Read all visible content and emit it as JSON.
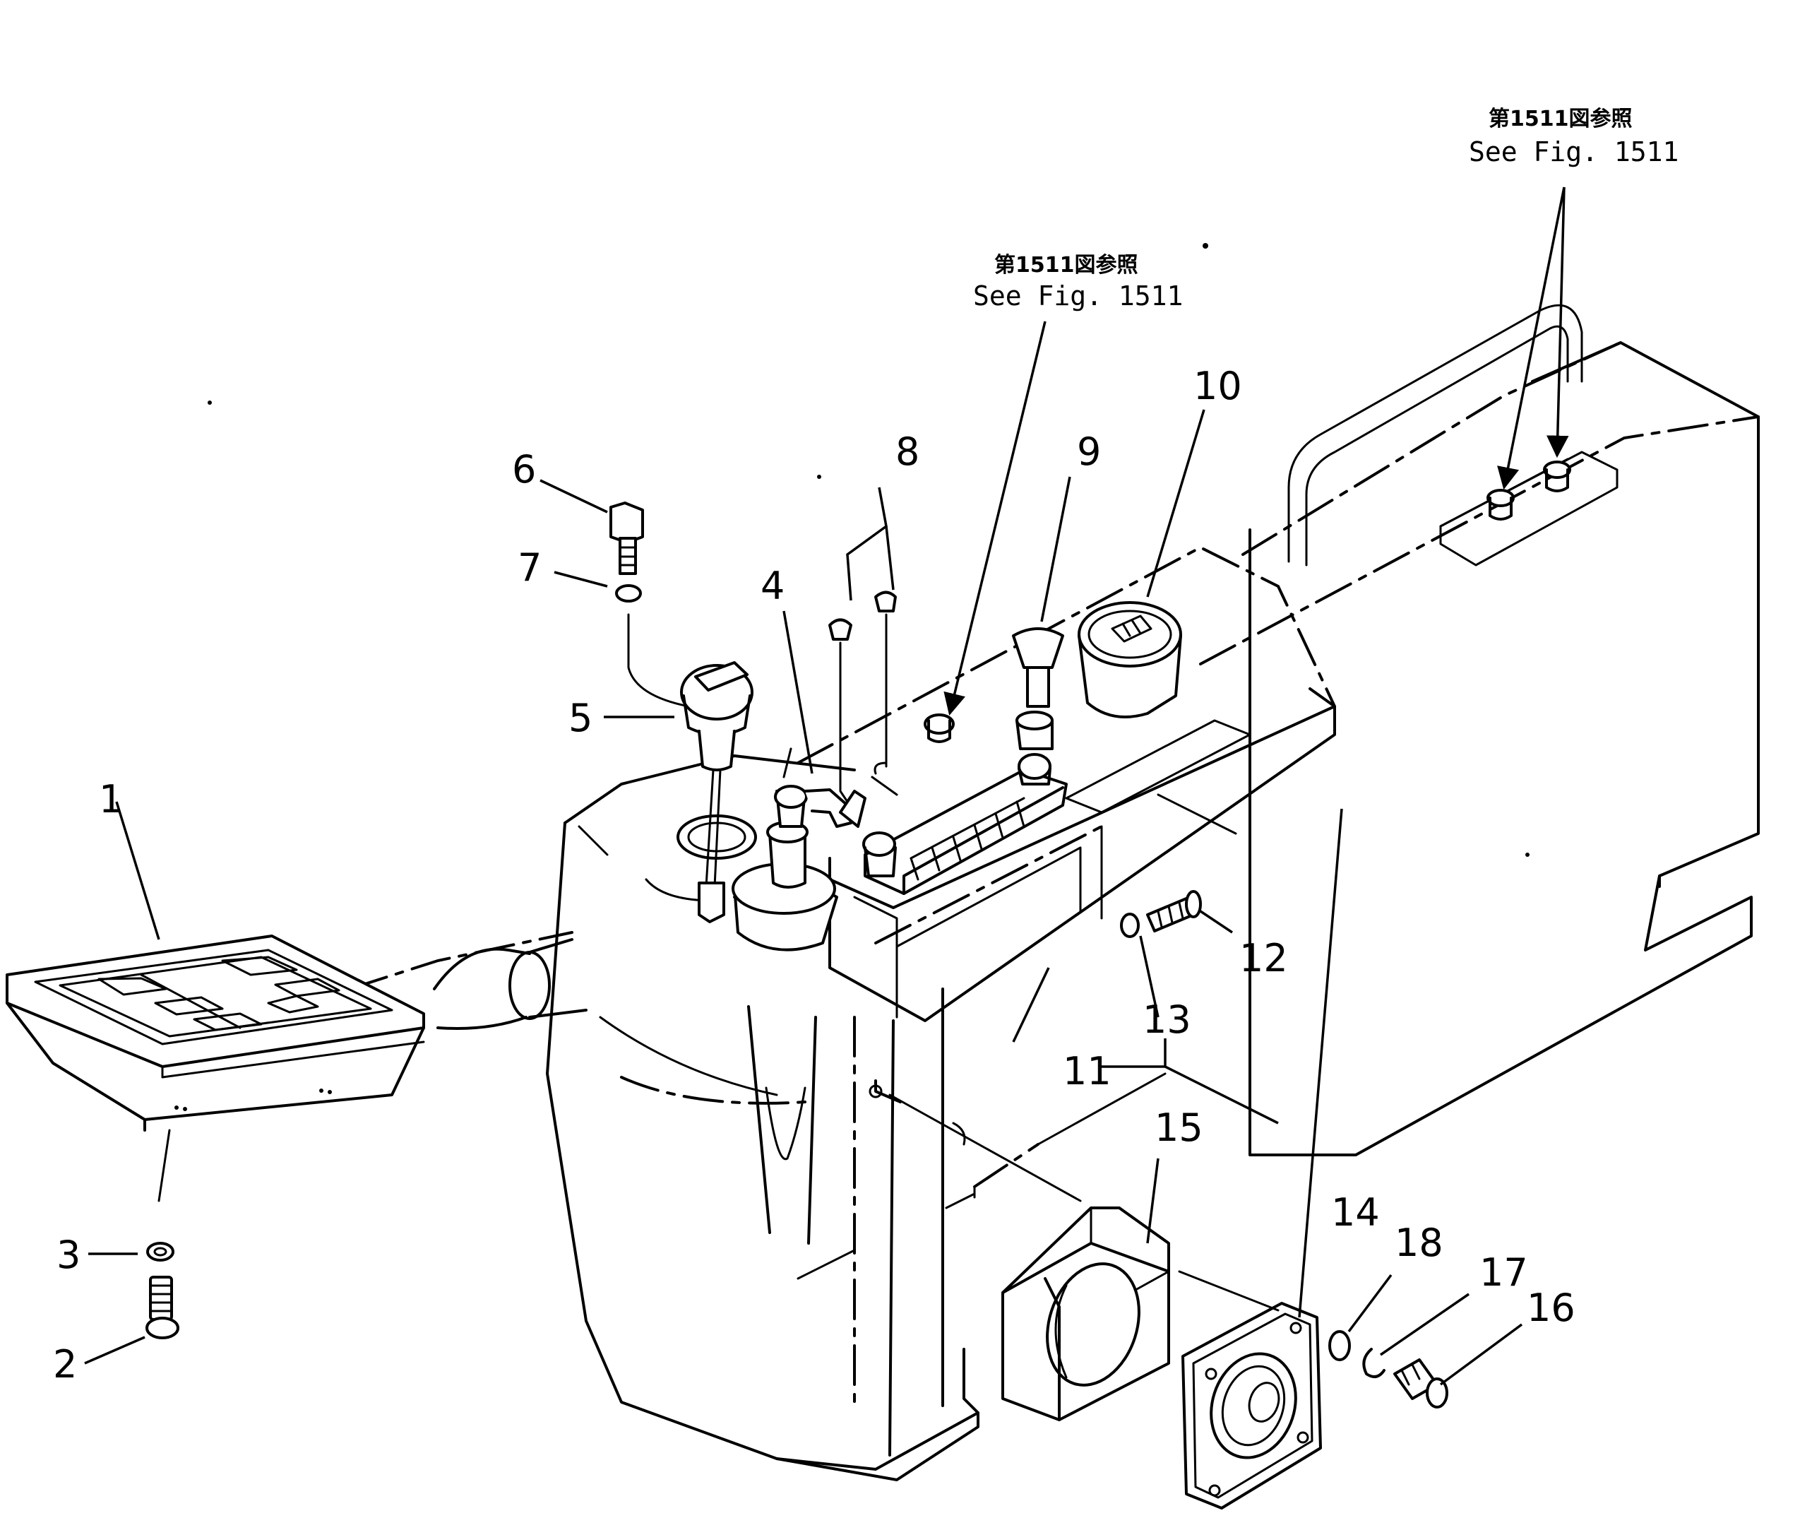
{
  "labels": {
    "p1": "1",
    "p2": "2",
    "p3": "3",
    "p4": "4",
    "p5": "5",
    "p6": "6",
    "p7": "7",
    "p8": "8",
    "p9": "9",
    "p10": "10",
    "p11": "11",
    "p12": "12",
    "p13": "13",
    "p14": "14",
    "p15": "15",
    "p16": "16",
    "p17": "17",
    "p18": "18"
  },
  "references": [
    {
      "ja": "第1511図参照",
      "en": "See Fig. 1511"
    },
    {
      "ja": "第1511図参照",
      "en": "See Fig. 1511"
    }
  ]
}
